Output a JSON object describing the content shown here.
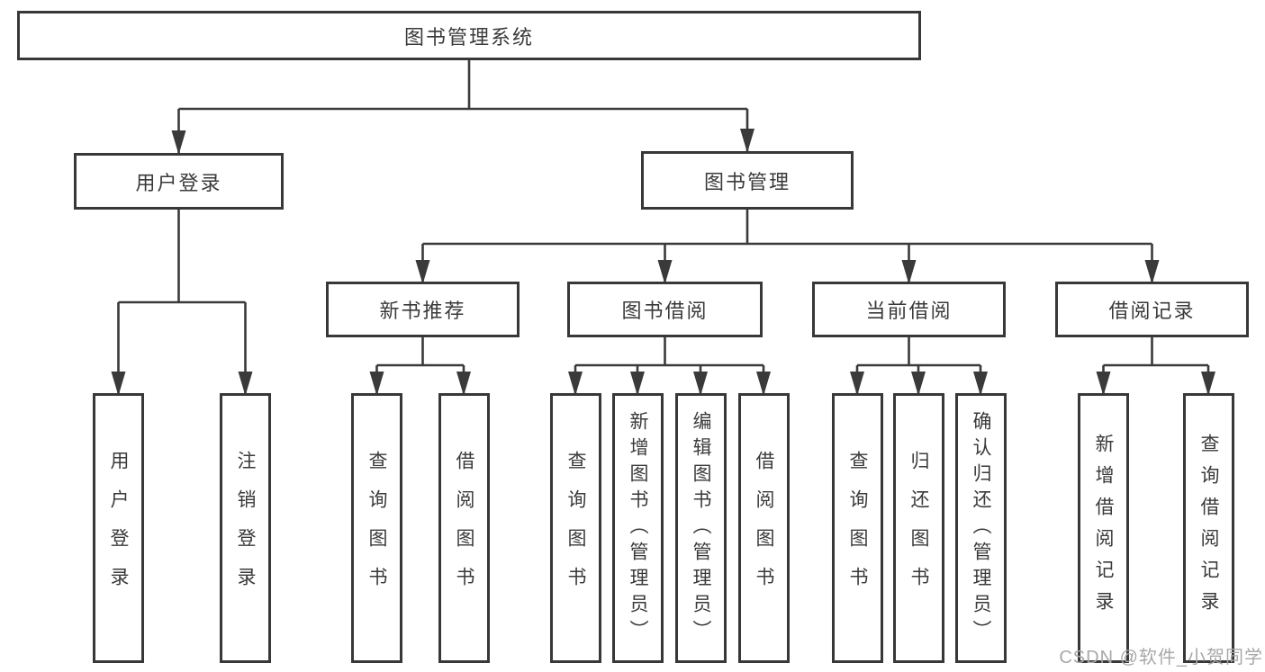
{
  "diagram": {
    "root": "图书管理系统",
    "login": {
      "label": "用户登录",
      "leaves": [
        "用户登录",
        "注销登录"
      ]
    },
    "mgmt": {
      "label": "图书管理"
    },
    "groups": [
      {
        "label": "新书推荐",
        "leaves": [
          "查询图书",
          "借阅图书"
        ]
      },
      {
        "label": "图书借阅",
        "leaves": [
          "查询图书",
          "新增图书（管理员）",
          "编辑图书（管理员）",
          "借阅图书"
        ]
      },
      {
        "label": "当前借阅",
        "leaves": [
          "查询图书",
          "归还图书",
          "确认归还（管理员）"
        ]
      },
      {
        "label": "借阅记录",
        "leaves": [
          "新增借阅记录",
          "查询借阅记录"
        ]
      }
    ]
  },
  "watermark": "CSDN @软件_小贺同学",
  "colors": {
    "line": "#3a3a3a",
    "box_border": "#383838",
    "text": "#3a3a3a",
    "watermark_text": "#a8a8a8",
    "background": "#ffffff"
  }
}
